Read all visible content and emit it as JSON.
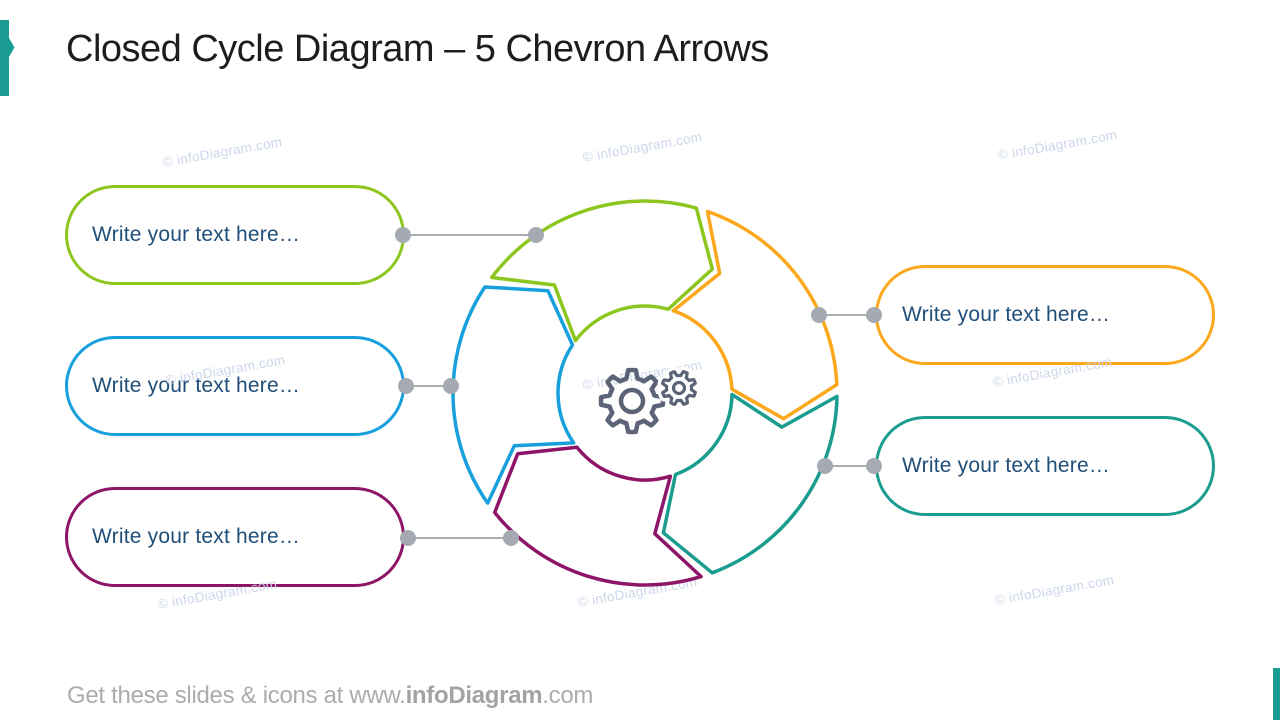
{
  "slide": {
    "title": "Closed Cycle Diagram – 5 Chevron Arrows",
    "footer_prefix": "Get these slides & icons at www.",
    "footer_brand": "infoDiagram",
    "footer_suffix": ".com",
    "watermark_text": "© infoDiagram.com"
  },
  "colors": {
    "accent_teal": "#1A9C94",
    "title_text": "#1D1D1D",
    "box_text": "#1F4E79",
    "connector_gray": "#A5AAB2",
    "connector_line_gray": "#A9AEB5",
    "gear_gray": "#5B6377",
    "watermark_blue": "#CAD4EA",
    "footer_gray": "#ACACAC"
  },
  "boxes": [
    {
      "label": "Write your text here…",
      "color": "#8CC61E",
      "side": "left"
    },
    {
      "label": "Write your text here…",
      "color": "#18A0DC",
      "side": "left"
    },
    {
      "label": "Write your text here…",
      "color": "#8E1468",
      "side": "left"
    },
    {
      "label": "Write your text here…",
      "color": "#FBA81C",
      "side": "right"
    },
    {
      "label": "Write your text here…",
      "color": "#1A9C8F",
      "side": "right"
    }
  ],
  "diagram": {
    "type": "closed-cycle-5-chevron-arrows",
    "center_icon": "gears-icon",
    "segments": [
      {
        "name": "cycle-arrow-green",
        "color": "#8CC61E"
      },
      {
        "name": "cycle-arrow-orange",
        "color": "#FBA81C"
      },
      {
        "name": "cycle-arrow-teal",
        "color": "#1A9C8F"
      },
      {
        "name": "cycle-arrow-purple",
        "color": "#8E1468"
      },
      {
        "name": "cycle-arrow-blue",
        "color": "#18A0DC"
      }
    ]
  }
}
